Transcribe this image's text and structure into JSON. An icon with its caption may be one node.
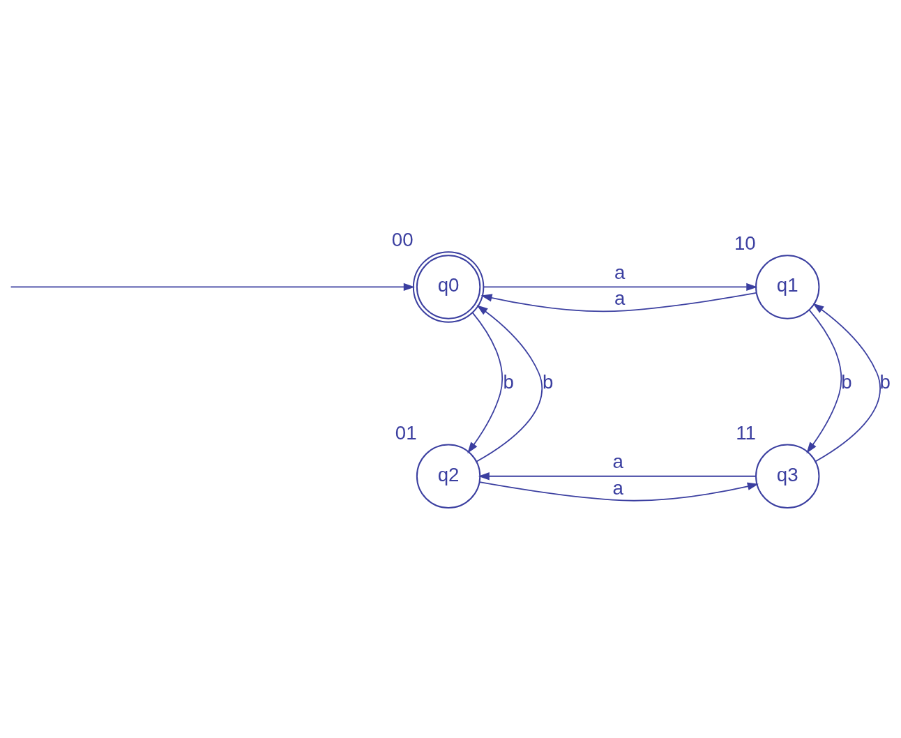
{
  "diagram": {
    "nodes": [
      {
        "text": [
          "q0"
        ],
        "beside": [
          "00"
        ]
      },
      {
        "text": [
          "q1"
        ],
        "beside": [
          "10"
        ]
      },
      {
        "text": [
          "q2"
        ],
        "beside": [
          "01"
        ]
      },
      {
        "text": [
          "q3"
        ],
        "beside": [
          "11"
        ]
      }
    ],
    "edges": [
      {
        "from": null,
        "to": 0,
        "arrow": "to"
      },
      {
        "from": 0,
        "to": 1,
        "arrow": "to",
        "label": "a"
      },
      {
        "from": 1,
        "to": 0,
        "arrow": "to",
        "label": "a"
      },
      {
        "from": 0,
        "to": 2,
        "arrow": "to",
        "label": "b"
      },
      {
        "from": 2,
        "to": 0,
        "arrow": "to",
        "label": "b"
      },
      {
        "from": 1,
        "to": 3,
        "arrow": "to",
        "label": "b"
      },
      {
        "from": 3,
        "to": 1,
        "arrow": "to",
        "label": "b"
      },
      {
        "from": 3,
        "to": 2,
        "arrow": "to",
        "label": "a"
      },
      {
        "from": 2,
        "to": 3,
        "arrow": "to",
        "label": "a"
      }
    ]
  }
}
